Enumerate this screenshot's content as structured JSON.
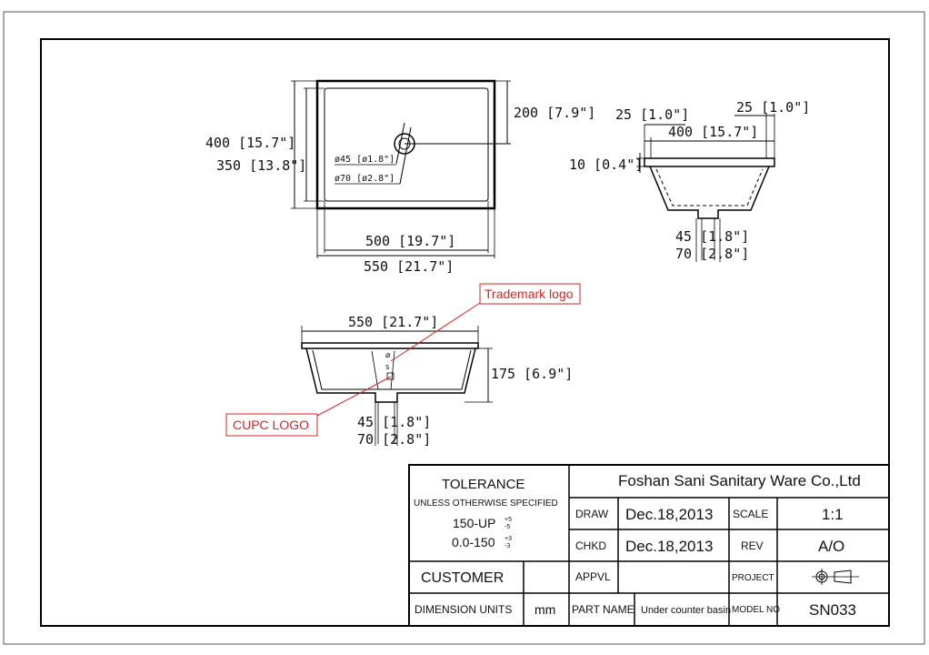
{
  "top_view": {
    "overall_width": "550 [21.7\"]",
    "bowl_width": "500 [19.7\"]",
    "overall_depth": "400 [15.7\"]",
    "bowl_depth": "350 [13.8\"]",
    "drain_offset": "200 [7.9\"]",
    "drain_inner": "ø45 [ø1.8\"]",
    "drain_outer": "ø70 [ø2.8\"]"
  },
  "side_view": {
    "rim_left": "25 [1.0\"]",
    "rim_right": "25 [1.0\"]",
    "inner_width": "400 [15.7\"]",
    "rim_height": "10 [0.4\"]",
    "drain_inner": "45 [1.8\"]",
    "drain_outer": "70 [2.8\"]"
  },
  "front_view": {
    "overall_width": "550 [21.7\"]",
    "height": "175 [6.9\"]",
    "drain_inner": "45 [1.8\"]",
    "drain_outer": "70 [2.8\"]"
  },
  "callouts": {
    "trademark": "Trademark logo",
    "cupc": "CUPC LOGO"
  },
  "title_block": {
    "tolerance": "TOLERANCE",
    "unless": "UNLESS OTHERWISE SPECIFIED",
    "tol1": "150-UP",
    "tol1_sup": "+5",
    "tol1_sub": "-5",
    "tol2": "0.0-150",
    "tol2_sup": "+3",
    "tol2_sub": "-3",
    "company": "Foshan Sani Sanitary Ware Co.,Ltd",
    "draw_label": "DRAW",
    "draw_date": "Dec.18,2013",
    "scale_label": "SCALE",
    "scale_value": "1:1",
    "chkd_label": "CHKD",
    "chkd_date": "Dec.18,2013",
    "rev_label": "REV",
    "rev_value": "A/O",
    "customer": "CUSTOMER",
    "appvl_label": "APPVL",
    "project_label": "PROJECT",
    "dimension_units": "DIMENSION UNITS",
    "units": "mm",
    "part_name_label": "PART NAME",
    "part_name": "Under counter basin",
    "model_label": "MODEL NO",
    "model_no": "SN033"
  }
}
